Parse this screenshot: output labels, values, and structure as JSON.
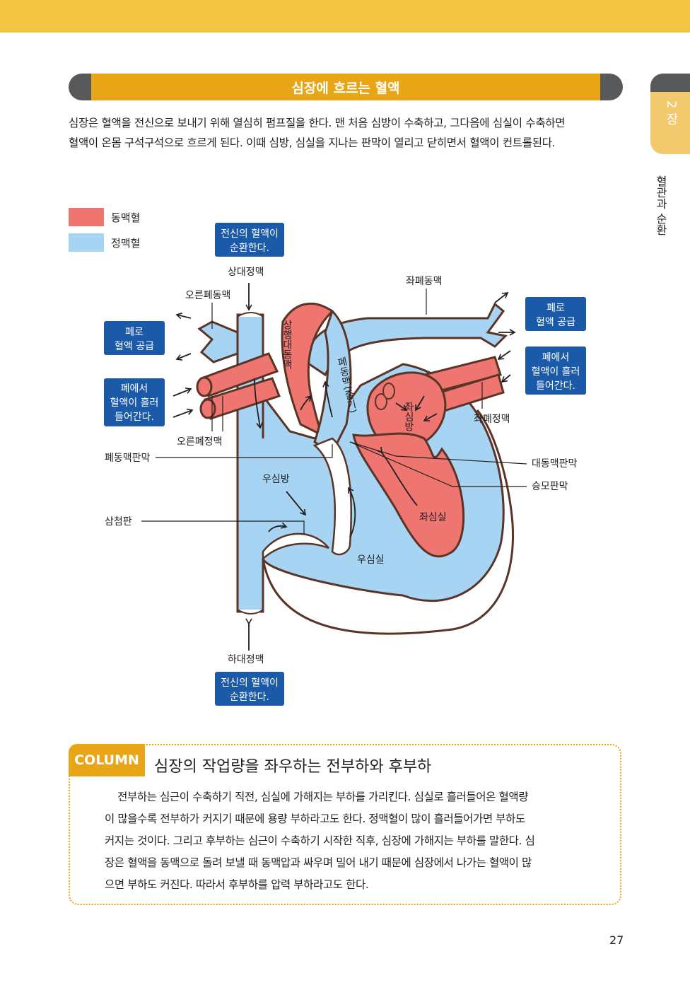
{
  "title": "심장에 흐르는 혈액",
  "intro": [
    "심장은 혈액을 전신으로 보내기 위해 열심히 펌프질을 한다. 맨 처음 심방이 수축하고, 그다음에 심실이 수축하면",
    "혈액이 온몸 구석구석으로 흐르게 된다. 이때 심방, 심실을 지나는 판막이 열리고 닫히면서 혈액이 컨트롤된다."
  ],
  "chapter": {
    "label": "2 장",
    "section": "혈관과 순환"
  },
  "legend": [
    {
      "label": "동맥혈",
      "color": "#ee7570"
    },
    {
      "label": "정맥혈",
      "color": "#a6d4f2"
    }
  ],
  "diagram": {
    "boxes": {
      "body_top": [
        "전신의 혈액이",
        "순환한다."
      ],
      "body_bottom": [
        "전신의 혈액이",
        "순환한다."
      ],
      "lung_supply_left": [
        "폐로",
        "혈액 공급"
      ],
      "lung_supply_right": [
        "폐로",
        "혈액 공급"
      ],
      "from_lung_left": [
        "폐에서",
        "혈액이 흘러",
        "들어간다."
      ],
      "from_lung_right": [
        "폐에서",
        "혈액이 흘러",
        "들어간다."
      ]
    },
    "labels": {
      "svc": "상대정맥",
      "ivc": "하대정맥",
      "right_pa": "오른폐동맥",
      "left_pa": "좌폐동맥",
      "right_pv": "오른폐정맥",
      "left_pv": "좌폐정맥",
      "pulmonary_valve": "폐동맥판막",
      "tricuspid": "삼첨판",
      "aortic_valve": "대동맥판막",
      "mitral": "승모판막",
      "ascending_aorta": "상행대동맥",
      "pulmonary_trunk": "폐동맥(줄기)",
      "left_atrium": "좌심방",
      "right_atrium": "우심방",
      "left_ventricle": "좌심실",
      "right_ventricle": "우심실"
    },
    "colors": {
      "artery": "#ee7570",
      "vein": "#a6d4f2",
      "box": "#1a5aa8",
      "outline": "#5a3426"
    }
  },
  "column": {
    "tag": "COLUMN",
    "title": "심장의 작업량을 좌우하는 전부하와 후부하",
    "body": [
      "    전부하는 심근이 수축하기 직전, 심실에 가해지는 부하를 가리킨다. 심실로 흘러들어온 혈액량",
      "이 많을수록 전부하가 커지기 때문에 용량 부하라고도 한다. 정맥혈이 많이 흘러들어가면 부하도",
      "커지는 것이다. 그리고 후부하는 심근이 수축하기 시작한 직후, 심장에 가해지는 부하를 말한다. 심",
      "장은 혈액을 동맥으로 돌려 보낼 때 동맥압과 싸우며 밀어 내기 때문에 심장에서 나가는 혈액이 많",
      "으면 부하도 커진다. 따라서 후부하를 압력 부하라고도 한다."
    ]
  },
  "page_number": "27"
}
